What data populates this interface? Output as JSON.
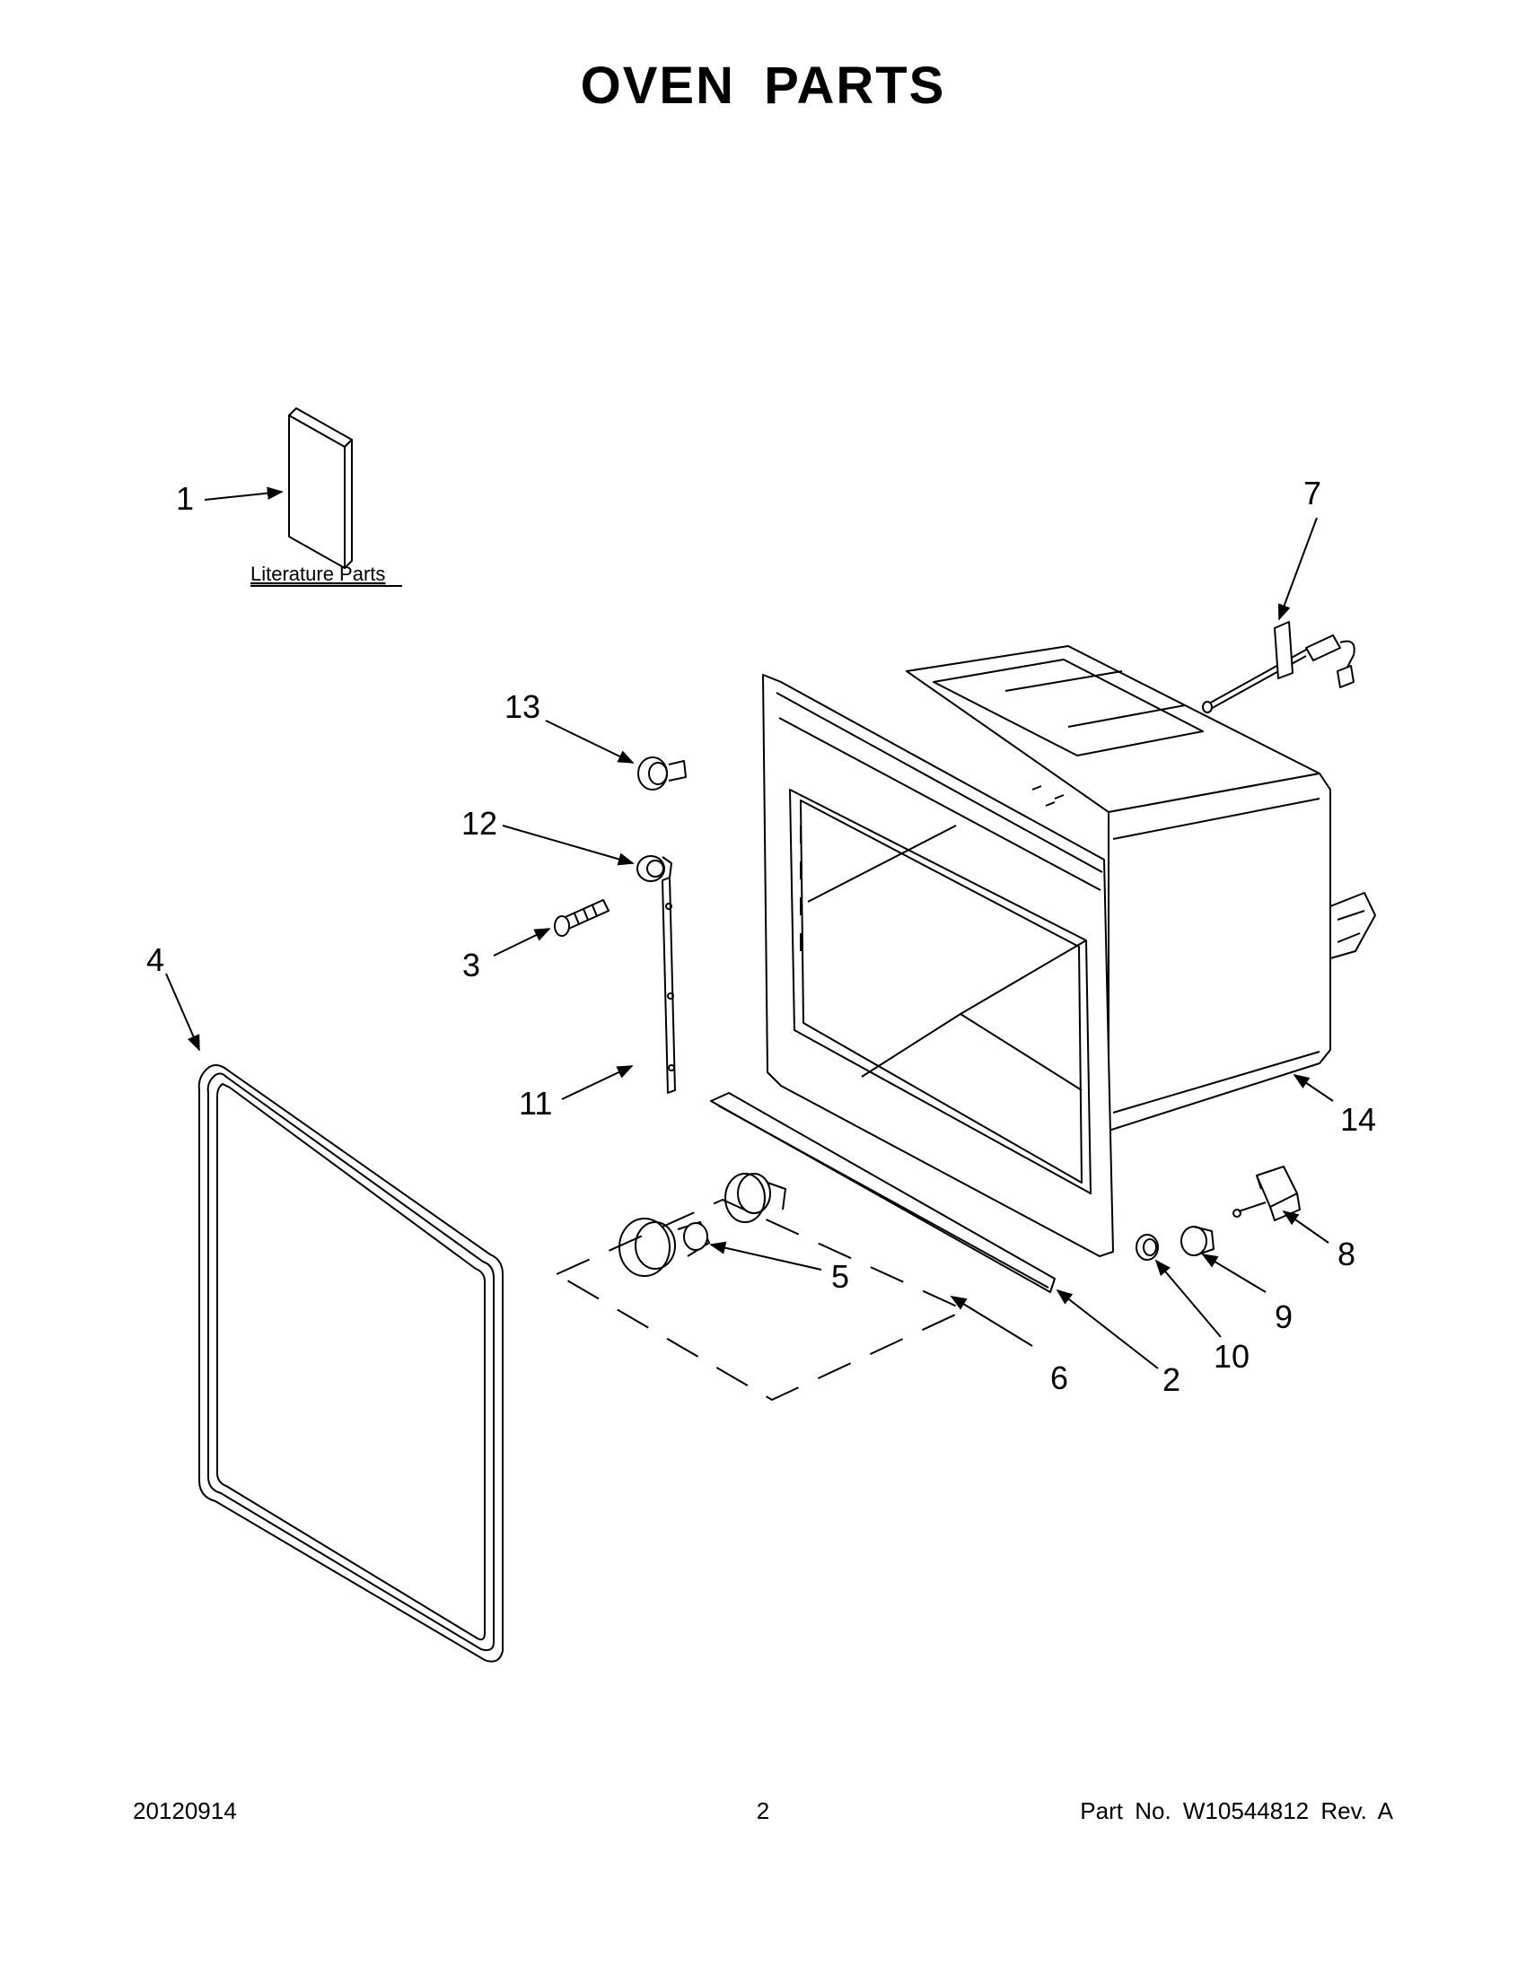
{
  "title": "OVEN PARTS",
  "literature_label": "Literature Parts",
  "callouts": {
    "c1": "1",
    "c2": "2",
    "c3": "3",
    "c4": "4",
    "c5": "5",
    "c6": "6",
    "c7": "7",
    "c8": "8",
    "c9": "9",
    "c10": "10",
    "c11": "11",
    "c12": "12",
    "c13": "13",
    "c14": "14"
  },
  "footer": {
    "date": "20120914",
    "page": "2",
    "part": "Part No.  W10544812  Rev.  A"
  }
}
